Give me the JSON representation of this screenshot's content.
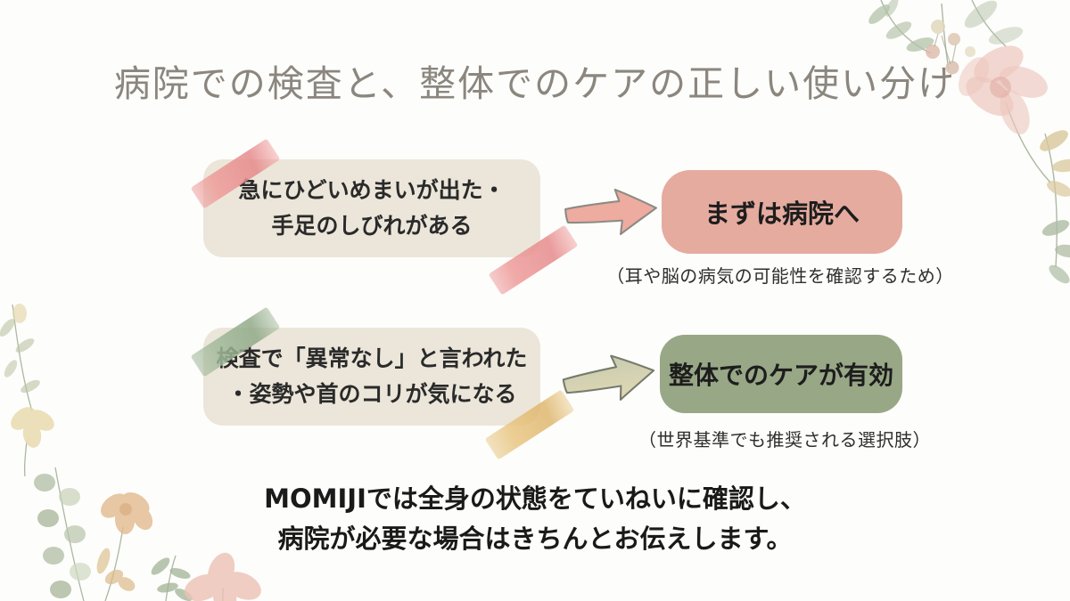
{
  "title": "病院での検査と、整体でのケアの正しい使い分け",
  "flow": {
    "rows": [
      {
        "condition": {
          "line1": "急にひどいめまいが出た・",
          "line2": "手足のしびれがある"
        },
        "result_label": "まずは病院へ",
        "caption": "（耳や脳の病気の可能性を確認するため）"
      },
      {
        "condition": {
          "line1": "検査で「異常なし」と言われた",
          "line2": "・姿勢や首のコリが気になる"
        },
        "result_label": "整体でのケアが有効",
        "caption": "（世界基準でも推奨される選択肢）"
      }
    ]
  },
  "footer": {
    "line1": "MOMIJIでは全身の状態をていねいに確認し、",
    "line2": "病院が必要な場合はきちんとお伝えします。"
  },
  "colors": {
    "title_text": "#8b867e",
    "condition_box_bg": "#ebe6d9",
    "hospital_box_bg": "#e5ab9f",
    "seitai_box_bg": "#98a786",
    "body_text": "#1d1d1d",
    "tape_pink": "#e89a96",
    "tape_green": "#9cb294",
    "tape_tan": "#e3c17f",
    "arrow_pink_fill": "#eeaba0",
    "arrow_green_fill": "#c7ccb0",
    "arrow_outline": "#8b8b83"
  },
  "decor": {
    "top_right": "watercolor-flower-bouquet",
    "bottom_left": "watercolor-flower-stems",
    "arrow_style": "hand-drawn-arrow-right",
    "tapes": [
      "pink",
      "pink",
      "green",
      "tan"
    ]
  }
}
